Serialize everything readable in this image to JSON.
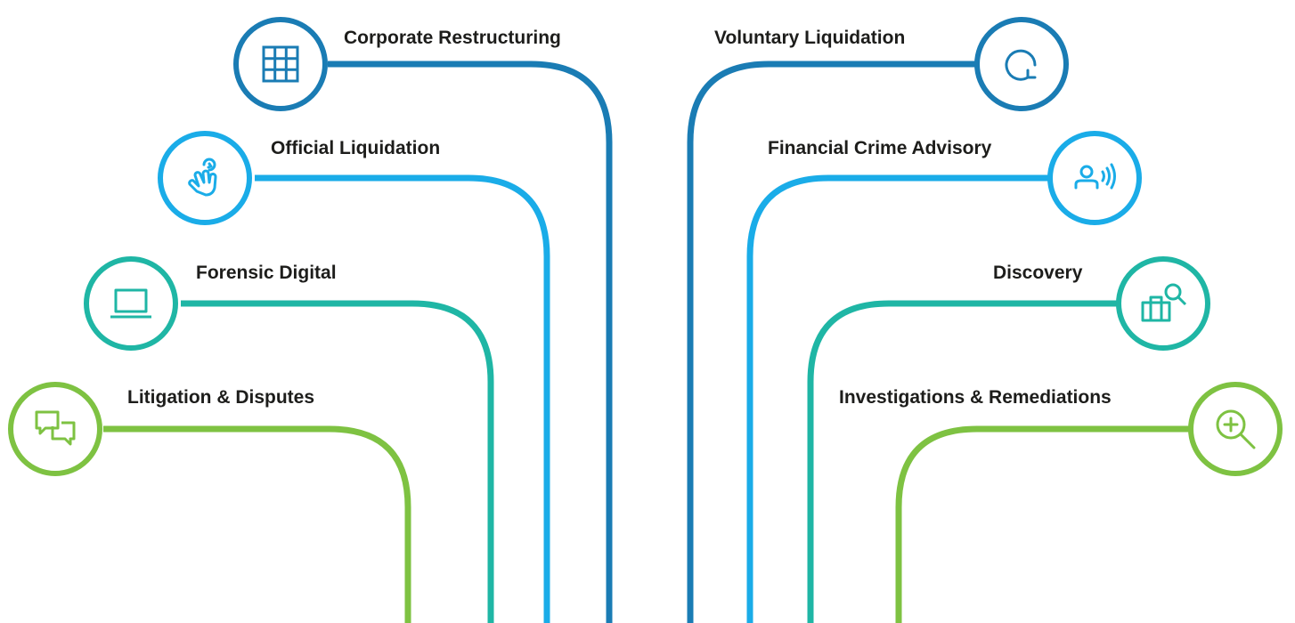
{
  "colors": {
    "dark_blue": "#1a7cb4",
    "light_blue": "#1aace8",
    "teal": "#1fb6a5",
    "green": "#7ec242",
    "text": "#1d1d1b"
  },
  "services": [
    {
      "id": "corporate-restructuring",
      "label": "Corporate Restructuring",
      "icon": "grid-icon",
      "side": "left",
      "color": "#1a7cb4"
    },
    {
      "id": "official-liquidation",
      "label": "Official Liquidation",
      "icon": "hand-tap-icon",
      "side": "left",
      "color": "#1aace8"
    },
    {
      "id": "forensic-digital",
      "label": "Forensic Digital",
      "icon": "laptop-icon",
      "side": "left",
      "color": "#1fb6a5"
    },
    {
      "id": "litigation-disputes",
      "label": "Litigation & Disputes",
      "icon": "chat-bubbles-icon",
      "side": "left",
      "color": "#7ec242"
    },
    {
      "id": "voluntary-liquidation",
      "label": "Voluntary Liquidation",
      "icon": "refresh-icon",
      "side": "right",
      "color": "#1a7cb4"
    },
    {
      "id": "financial-crime-advisory",
      "label": "Financial Crime Advisory",
      "icon": "person-broadcast-icon",
      "side": "right",
      "color": "#1aace8"
    },
    {
      "id": "discovery",
      "label": "Discovery",
      "icon": "briefcase-search-icon",
      "side": "right",
      "color": "#1fb6a5"
    },
    {
      "id": "investigations-remediations",
      "label": "Investigations & Remediations",
      "icon": "zoom-in-icon",
      "side": "right",
      "color": "#7ec242"
    }
  ]
}
